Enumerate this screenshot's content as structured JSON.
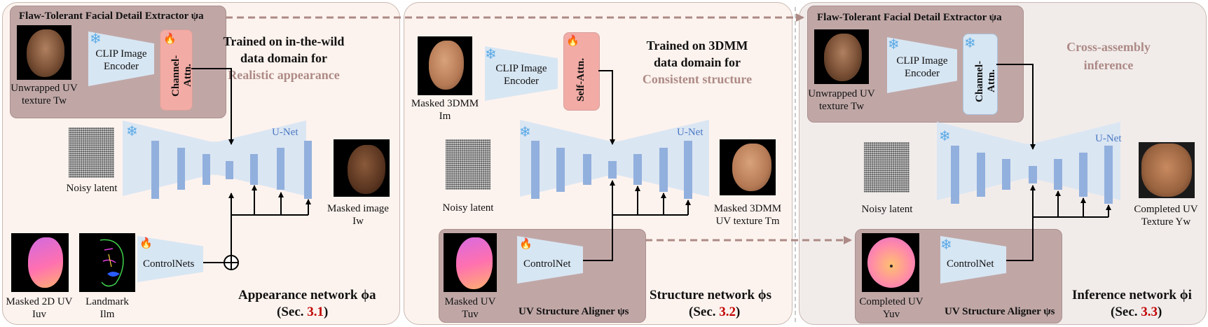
{
  "colors": {
    "panel_fill": "#fdf3ee",
    "panel_infer_fill": "#f1ecea",
    "extractor_fill": "#c0a7a6",
    "encoder_fill": "#d7e6f3",
    "attn_fill": "#f2aba5",
    "unet_bar": "#92b0dd",
    "highlight": "#ad8a86",
    "section_ref": "#c00000"
  },
  "icons": {
    "frozen": "snowflake-icon",
    "trainable": "flame-icon"
  },
  "snow_glyph": "❄",
  "fire_glyph": "🔥",
  "appearance": {
    "extractor_title": "Flaw-Tolerant Facial Detail Extractor ψa",
    "input_label_1": "Unwrapped  UV",
    "input_label_2": "texture Tw",
    "encoder_1": "CLIP Image",
    "encoder_2": "Encoder",
    "attn": "Channel-Attn.",
    "caption_1": "Trained on in-the-wild",
    "caption_2": "data domain for",
    "caption_3": "Realistic appearance",
    "unet": "U-Net",
    "noise_label": "Noisy latent",
    "output_1": "Masked image",
    "output_2": "Iw",
    "mask2d_1": "Masked 2D UV",
    "mask2d_2": "Iuv",
    "landmark_1": "Landmark",
    "landmark_2": "Ilm",
    "controlnets": "ControlNets",
    "network": "Appearance network ϕa",
    "sec_prefix": "(Sec. ",
    "sec_num": "3.1",
    "sec_suffix": ")"
  },
  "structure": {
    "input_1": "Masked 3DMM",
    "input_2": "Im",
    "encoder_1": "CLIP Image",
    "encoder_2": "Encoder",
    "attn": "Self-Attn.",
    "caption_1": "Trained on 3DMM",
    "caption_2": "data domain for",
    "caption_3": "Consistent structure",
    "unet": "U-Net",
    "noise_label": "Noisy latent",
    "output_1": "Masked 3DMM",
    "output_2": "UV texture Tm",
    "masked_uv_1": "Masked UV",
    "masked_uv_2": "Tuv",
    "controlnet": "ControlNet",
    "aligner": "UV Structure Aligner ψs",
    "network": "Structure network ϕs",
    "sec_prefix": "(Sec. ",
    "sec_num": "3.2",
    "sec_suffix": ")"
  },
  "inference": {
    "extractor_title": "Flaw-Tolerant Facial Detail Extractor ψa",
    "input_label_1": "Unwrapped  UV",
    "input_label_2": "texture Tw",
    "encoder_1": "CLIP Image",
    "encoder_2": "Encoder",
    "attn": "Channel-Attn.",
    "caption_1": "Cross-assembly",
    "caption_2": "inference",
    "unet": "U-Net",
    "noise_label": "Noisy latent",
    "output_1": "Completed UV",
    "output_2": "Texture Yw",
    "completed_1": "Completed UV",
    "completed_2": "Yuv",
    "controlnet": "ControlNet",
    "aligner": "UV Structure Aligner ψs",
    "network": "Inference network ϕi",
    "sec_prefix": "(Sec. ",
    "sec_num": "3.3",
    "sec_suffix": ")"
  }
}
